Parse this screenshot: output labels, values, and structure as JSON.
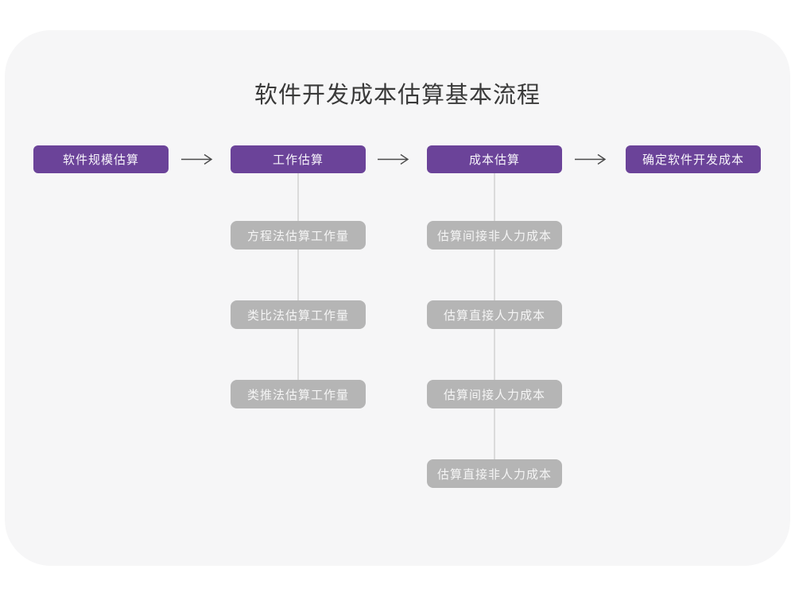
{
  "title": "软件开发成本估算基本流程",
  "colors": {
    "accent_purple": "#6b4399",
    "sub_node_gray": "#b5b5b5",
    "card_background": "#f6f6f7",
    "arrow": "#4a4a4a",
    "connector_line": "#dbdbdb",
    "title_text": "#3a3a3a",
    "node_text": "#ffffff"
  },
  "flow": {
    "nodes": [
      {
        "label": "软件规模估算"
      },
      {
        "label": "工作估算"
      },
      {
        "label": "成本估算"
      },
      {
        "label": "确定软件开发成本"
      }
    ]
  },
  "columns": {
    "work": {
      "items": [
        {
          "label": "方程法估算工作量"
        },
        {
          "label": "类比法估算工作量"
        },
        {
          "label": "类推法估算工作量"
        }
      ]
    },
    "cost": {
      "items": [
        {
          "label": "估算间接非人力成本"
        },
        {
          "label": "估算直接人力成本"
        },
        {
          "label": "估算间接人力成本"
        },
        {
          "label": "估算直接非人力成本"
        }
      ]
    }
  }
}
